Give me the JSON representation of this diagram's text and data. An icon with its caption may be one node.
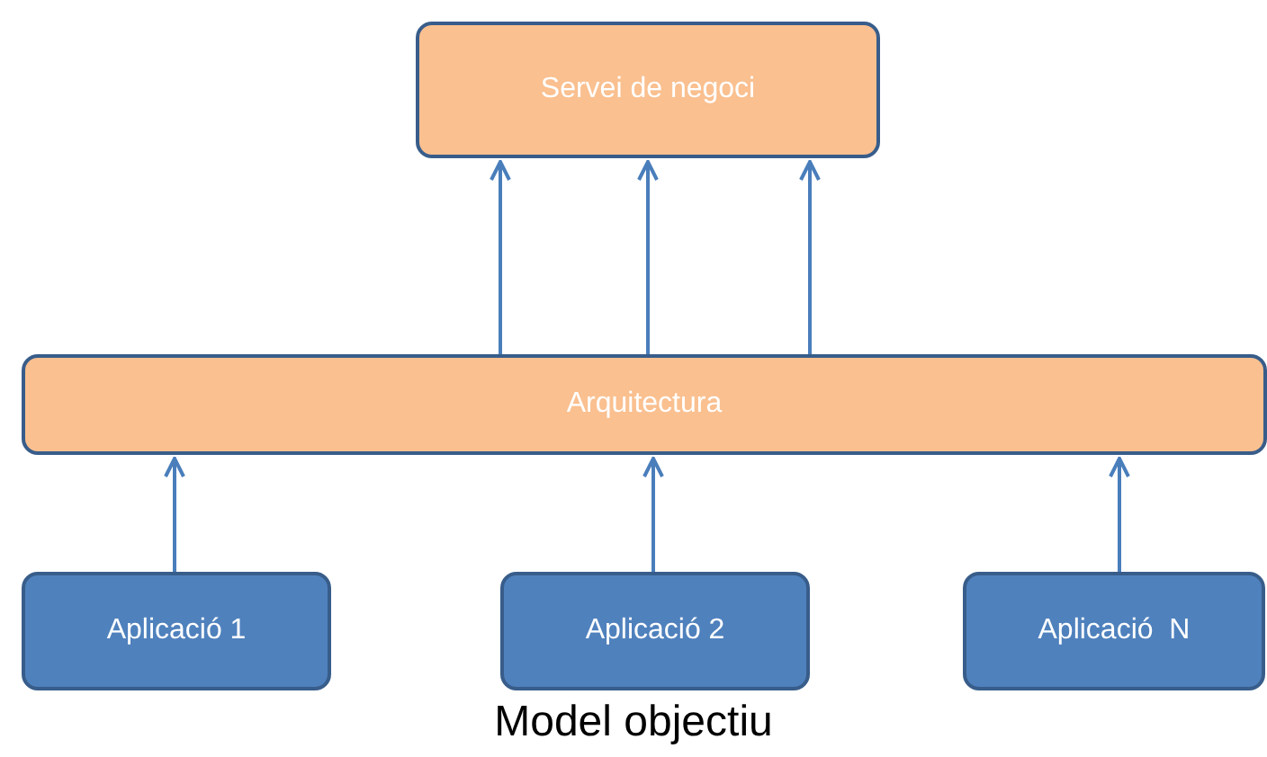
{
  "diagram": {
    "caption": "Model objectiu",
    "nodes": [
      {
        "text": [
          "Servei de negoci"
        ]
      },
      {
        "text": [
          "Arquitectura"
        ]
      },
      {
        "text": [
          "Aplicació 1"
        ]
      },
      {
        "text": [
          "Aplicació 2"
        ]
      },
      {
        "text": [
          "Aplicació  N"
        ]
      }
    ],
    "edges": [
      {
        "from": 1,
        "to": 0,
        "arrow": "to"
      },
      {
        "from": 1,
        "to": 0,
        "arrow": "to"
      },
      {
        "from": 1,
        "to": 0,
        "arrow": "to"
      },
      {
        "from": 2,
        "to": 1,
        "arrow": "to"
      },
      {
        "from": 3,
        "to": 1,
        "arrow": "to"
      },
      {
        "from": 4,
        "to": 1,
        "arrow": "to"
      }
    ]
  }
}
